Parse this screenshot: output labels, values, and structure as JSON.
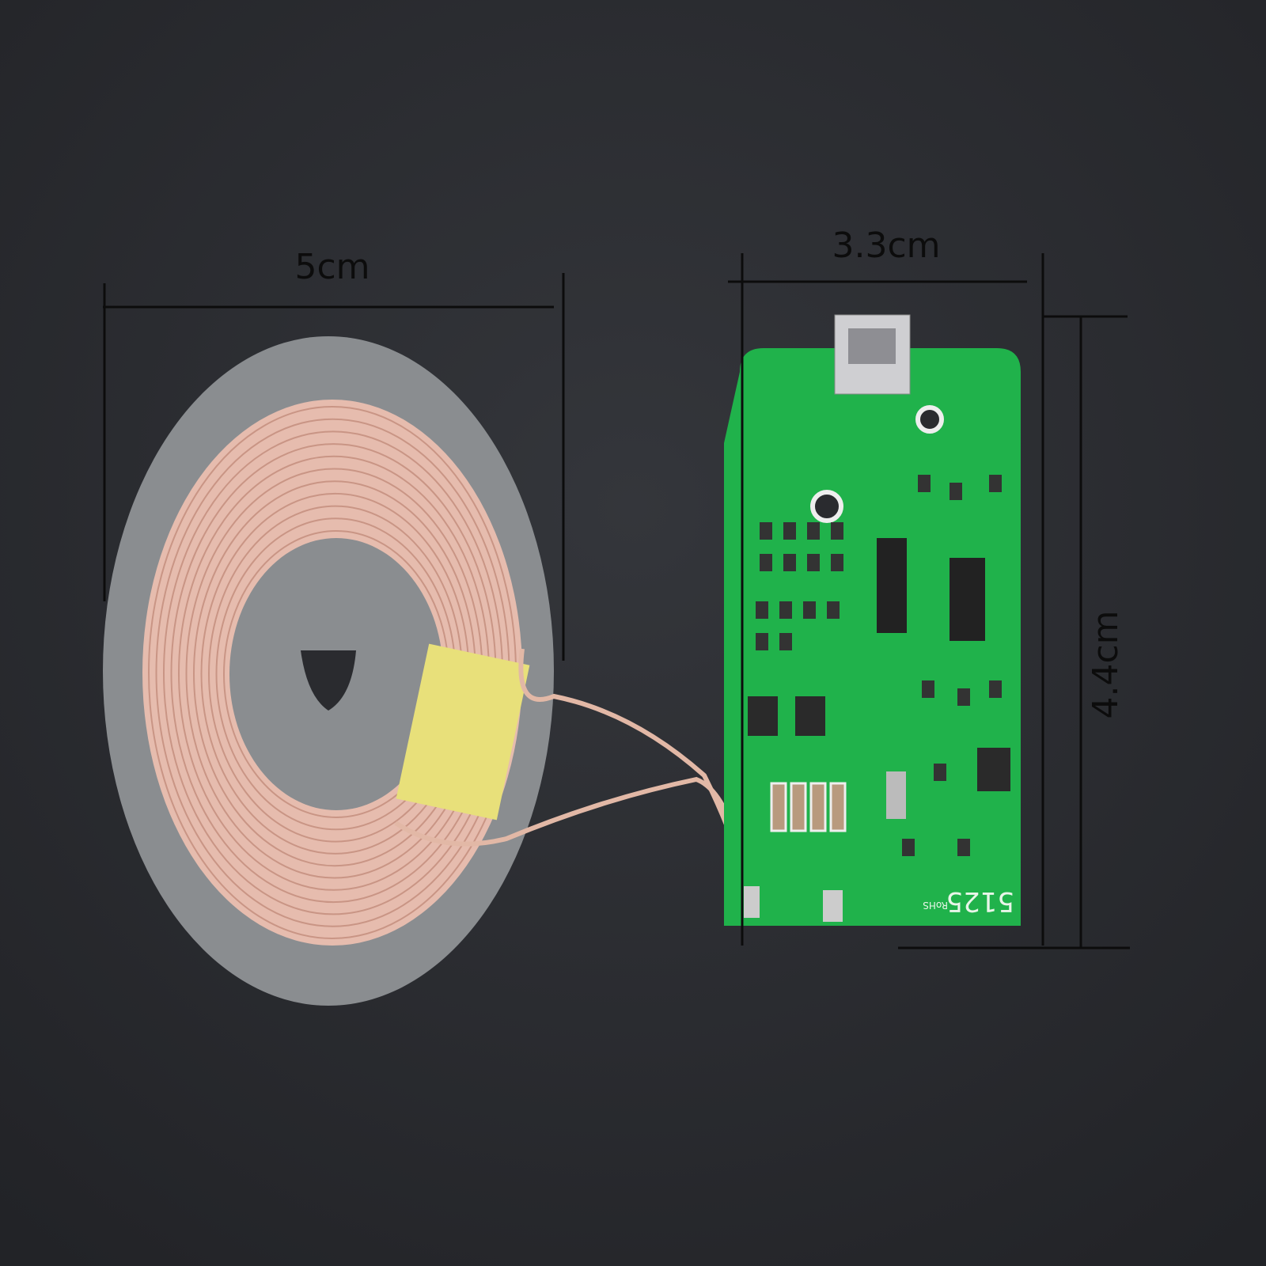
{
  "dimensions": {
    "coil_width": "5cm",
    "board_width": "3.3cm",
    "board_height": "4.4cm"
  },
  "board": {
    "silkscreen_code": "5125",
    "silkscreen_mark": "RoHS"
  },
  "colors": {
    "background": "#2b2d31",
    "coil_backing": "#8a8d90",
    "copper": "#e9c0b2",
    "pcb": "#20b24b",
    "tape": "#e8e07a"
  }
}
